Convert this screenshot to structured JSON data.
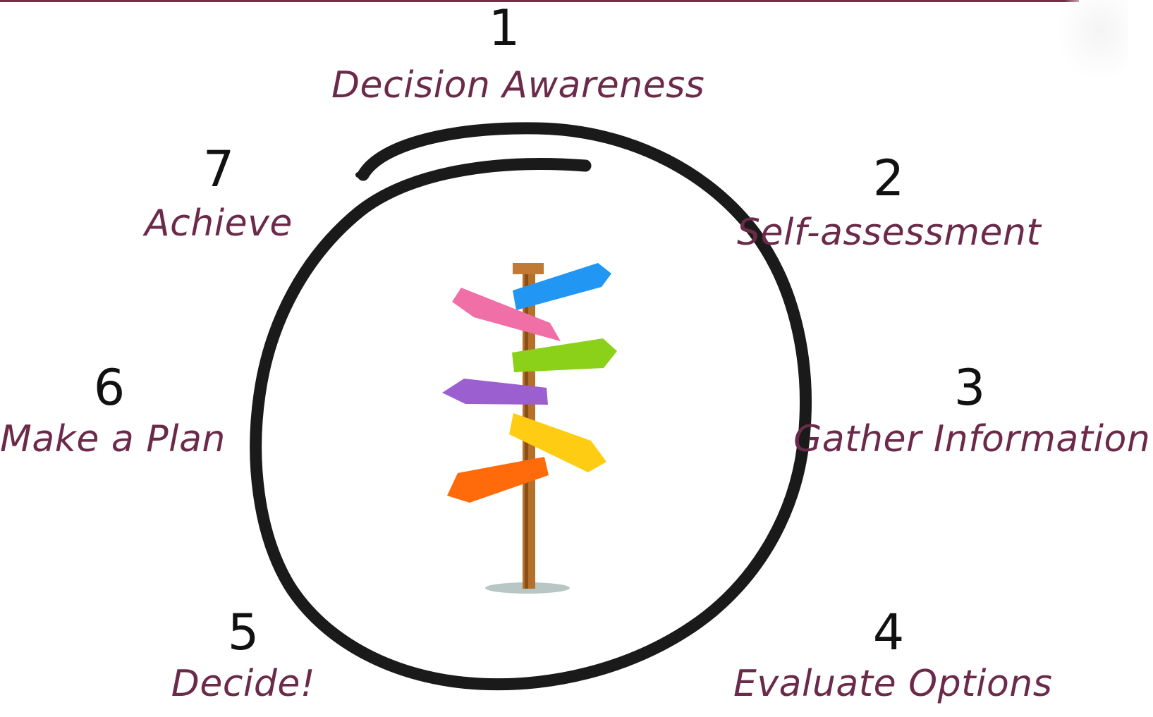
{
  "colors": {
    "label": "#6b2a4a",
    "number": "#111111",
    "cycle_stroke": "#1a1a1a",
    "top_rule": "#7a2a45",
    "post": "#b5702a",
    "arrow_blue": "#2196f3",
    "arrow_pink": "#f06fa6",
    "arrow_green": "#8bd11a",
    "arrow_purple": "#9b5fd0",
    "arrow_yellow": "#ffcc14",
    "arrow_orange": "#ff6a0a"
  },
  "steps": [
    {
      "number": "1",
      "label": "Decision Awareness"
    },
    {
      "number": "2",
      "label": "Self-assessment"
    },
    {
      "number": "3",
      "label": "Gather Information"
    },
    {
      "number": "4",
      "label": "Evaluate Options"
    },
    {
      "number": "5",
      "label": "Decide!"
    },
    {
      "number": "6",
      "label": "Make a Plan"
    },
    {
      "number": "7",
      "label": "Achieve"
    }
  ],
  "illustration": {
    "center_icon": "signpost-icon",
    "cycle_icon": "hand-drawn-circle-icon"
  }
}
